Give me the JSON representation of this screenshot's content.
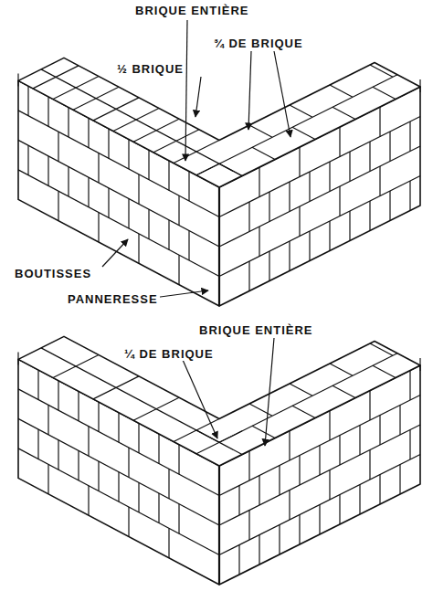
{
  "diagram": {
    "labels": [
      "BRIQUE ENTIÈRE",
      "¾ DE BRIQUE",
      "½ BRIQUE",
      "BOUTISSES",
      "PANNERESSE",
      "BRIQUE ENTIÈRE",
      "¼ DE BRIQUE"
    ]
  }
}
